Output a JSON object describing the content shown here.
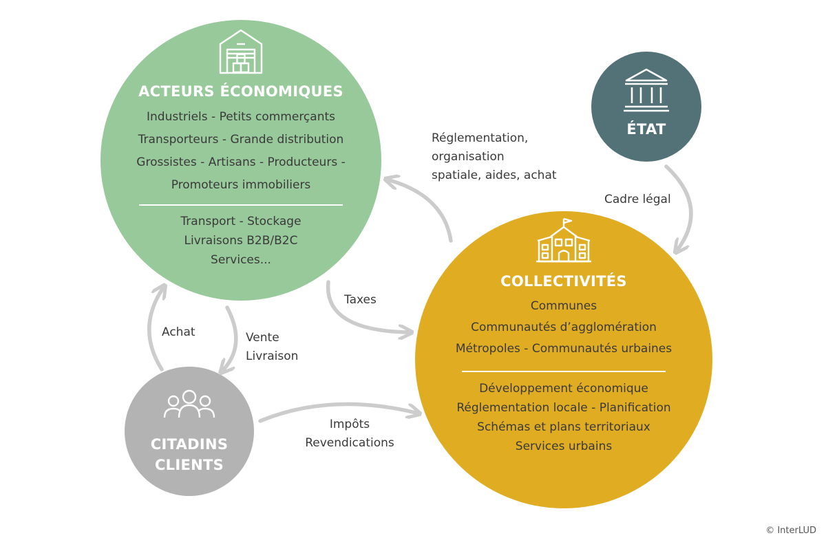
{
  "acteurs": {
    "title": "ACTEURS ÉCONOMIQUES",
    "lines": [
      "Industriels - Petits commerçants",
      "Transporteurs - Grande distribution",
      "Grossistes - Artisans - Producteurs -",
      "Promoteurs immobiliers"
    ],
    "activities": [
      "Transport - Stockage",
      "Livraisons B2B/B2C",
      "Services..."
    ],
    "color": "#98c99a",
    "icon": "warehouse-icon"
  },
  "etat": {
    "title": "ÉTAT",
    "color": "#527278",
    "icon": "government-building-icon"
  },
  "collectivites": {
    "title": "COLLECTIVITÉS",
    "lines": [
      "Communes",
      "Communautés d’agglomération",
      "Métropoles - Communautés urbaines"
    ],
    "missions": [
      "Développement économique",
      "Réglementation locale - Planification",
      "Schémas et plans territoriaux",
      "Services urbains"
    ],
    "color": "#e0ac22",
    "icon": "town-hall-icon"
  },
  "citadins": {
    "title_lines": [
      "CITADINS",
      "CLIENTS"
    ],
    "color": "#b3b3b3",
    "icon": "people-group-icon"
  },
  "flows": {
    "reglementation": [
      "Réglementation,",
      "organisation",
      "spatiale, aides, achat"
    ],
    "cadre": "Cadre légal",
    "taxes": "Taxes",
    "achat": "Achat",
    "vente": [
      "Vente",
      "Livraison"
    ],
    "impots": [
      "Impôts",
      "Revendications"
    ]
  },
  "arrow_color": "#cccccc",
  "copyright": "© InterLUD"
}
